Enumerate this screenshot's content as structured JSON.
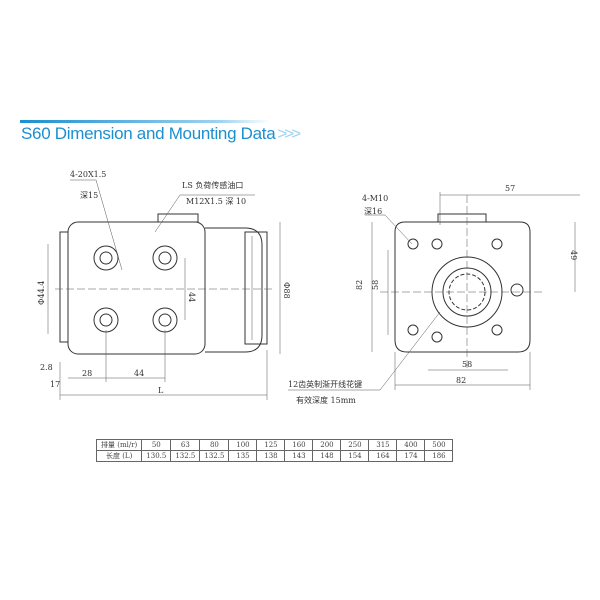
{
  "header": {
    "title": "S60 Dimension and Mounting Data",
    "arrows": ">>>"
  },
  "left_view": {
    "ports_label": "4-20X1.5",
    "ports_depth": "深15",
    "ls_label": "LS 负荷传感油口",
    "ls_thread": "M12X1.5 深 10",
    "dim_44_v": "44",
    "dim_dia44": "Φ44.4",
    "dim_dia88": "Φ88",
    "dim_2_8": "2.8",
    "dim_17": "17",
    "dim_28": "28",
    "dim_44_h": "44",
    "dim_L": "L"
  },
  "right_view": {
    "bolts_label": "4-M10",
    "bolts_depth": "深16",
    "dim_57": "57",
    "dim_49": "49",
    "dim_82_v": "82",
    "dim_58_v": "58",
    "dim_58_h": "58",
    "dim_82_h": "82",
    "spline_label": "12齿英制渐开线花键",
    "spline_depth": "有效深度  15mm"
  },
  "table": {
    "rows": [
      [
        "排量 (ml/r)",
        "50",
        "63",
        "80",
        "100",
        "125",
        "160",
        "200",
        "250",
        "315",
        "400",
        "500"
      ],
      [
        "长度 (L)",
        "130.5",
        "132.5",
        "132.5",
        "135",
        "138",
        "143",
        "148",
        "154",
        "164",
        "174",
        "186"
      ]
    ]
  }
}
